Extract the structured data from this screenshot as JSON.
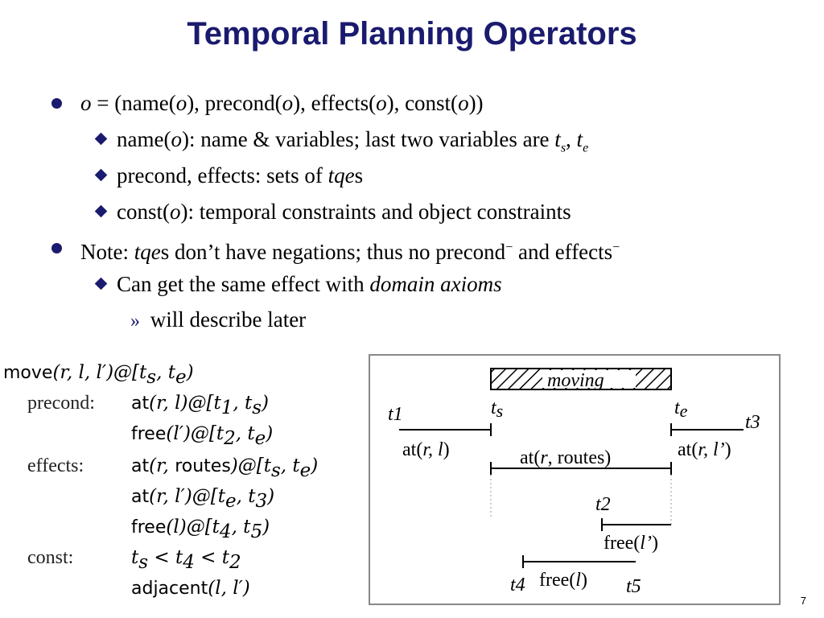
{
  "slide": {
    "title": "Temporal Planning Operators",
    "page_number": "7"
  },
  "bullets": {
    "b1": {
      "o": "o",
      "eq": " = (name(",
      "o2": "o",
      "c1": "), precond(",
      "o3": "o",
      "c2": "), effects(",
      "o4": "o",
      "c3": "), const(",
      "o5": "o",
      "c4": "))"
    },
    "b1_1": {
      "a": "name(",
      "o": "o",
      "b": "): name & variables; last two variables are ",
      "t1": "t",
      "s": "s",
      "comma": ", ",
      "t2": "t",
      "e": "e"
    },
    "b1_2": {
      "a": "precond, effects: sets of ",
      "tqe": "tqe",
      "b": "s"
    },
    "b1_3": {
      "a": "const(",
      "o": "o",
      "b": "): temporal constraints and object constraints"
    },
    "b2": {
      "a": "Note: ",
      "tqe": "tqe",
      "b": "s don’t have negations; thus no precond",
      "m1": "−",
      "c": " and effects",
      "m2": "−"
    },
    "b2_1": {
      "a": "Can get the same effect with ",
      "dom": "domain axioms"
    },
    "b2_1_1": {
      "mark": "»",
      "a": "will describe later"
    }
  },
  "operator": {
    "head_pred": "move",
    "head_args": "(r, l, l′)@[t",
    "head_s": "s",
    "head_mid": ", t",
    "head_e": "e",
    "head_end": ")",
    "precond_label": "precond:",
    "p1_pred": "at",
    "p1_args": "(r, l)@[t",
    "p1_i1": "1",
    "p1_mid": ", t",
    "p1_i2": "s",
    "p1_end": ")",
    "p2_pred": "free",
    "p2_args": "(l′)@[t",
    "p2_i1": "2",
    "p2_mid": ", t",
    "p2_i2": "e",
    "p2_end": ")",
    "effects_label": "effects:",
    "e1_pred": "at",
    "e1_a": "(r, ",
    "e1_routes": "routes",
    "e1_b": ")@[t",
    "e1_i1": "s",
    "e1_mid": ", t",
    "e1_i2": "e",
    "e1_end": ")",
    "e2_pred": "at",
    "e2_args": "(r, l′)@[t",
    "e2_i1": "e",
    "e2_mid": ", t",
    "e2_i2": "3",
    "e2_end": ")",
    "e3_pred": "free",
    "e3_args": "(l)@[t",
    "e3_i1": "4",
    "e3_mid": ", t",
    "e3_i2": "5",
    "e3_end": ")",
    "const_label": "const:",
    "c1_a": "t",
    "c1_s": "s",
    "c1_lt1": " < t",
    "c1_4": "4",
    "c1_lt2": " < t",
    "c1_2": "2",
    "c2_pred": "adjacent",
    "c2_args": "(l, l′)"
  },
  "timeline": {
    "moving": "moving",
    "t1": "t",
    "t1_i": "1",
    "ts": "t",
    "ts_i": "s",
    "te": "t",
    "te_i": "e",
    "t3": "t",
    "t3_i": "3",
    "t2": "t",
    "t2_i": "2",
    "t4": "t",
    "t4_i": "4",
    "t5": "t",
    "t5_i": "5",
    "at_rl_a": "at(",
    "at_rl_b": "r, l",
    "at_rl_c": ")",
    "at_routes_a": "at(",
    "at_routes_b": "r",
    "at_routes_c": ", routes)",
    "at_rl2_a": "at(",
    "at_rl2_b": "r, l’",
    "at_rl2_c": ")",
    "free_l2_a": "free(",
    "free_l2_b": "l’",
    "free_l2_c": ")",
    "free_l_a": "free(",
    "free_l_b": "l",
    "free_l_c": ")"
  }
}
